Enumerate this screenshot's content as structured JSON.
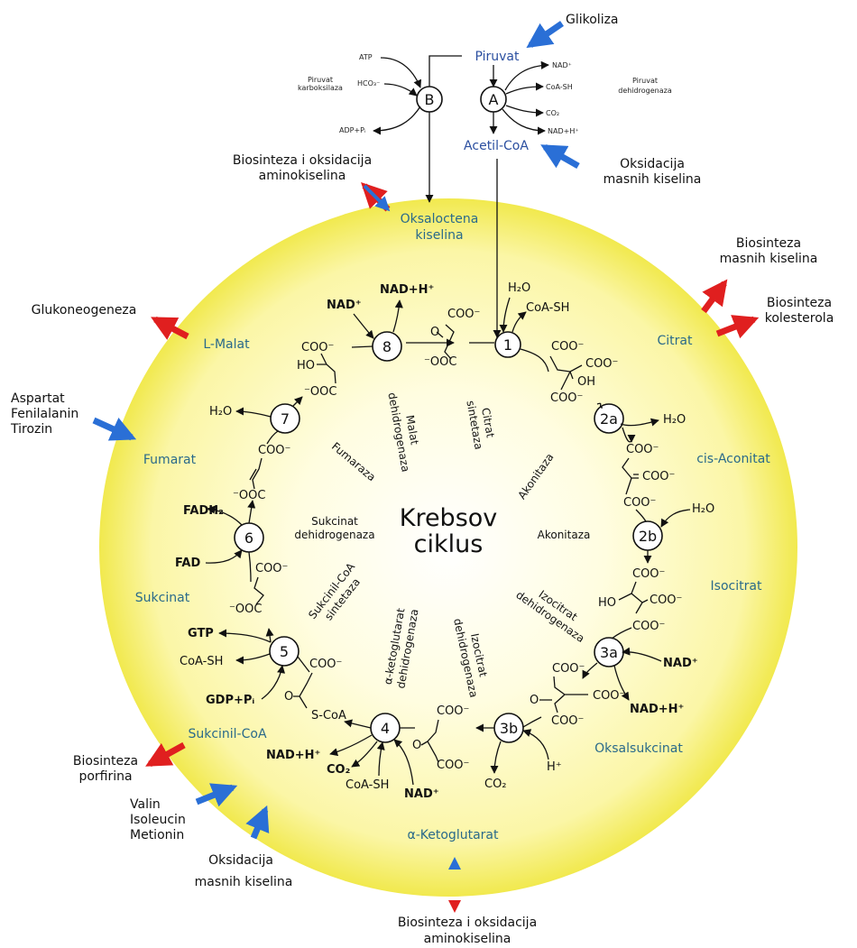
{
  "title": [
    "Krebsov",
    "ciklus"
  ],
  "metabolites": {
    "piruvat": "Piruvat",
    "acetil_coa": "Acetil-CoA",
    "oksaloctena": [
      "Oksaloctena",
      "kiselina"
    ],
    "citrat": "Citrat",
    "cis_aconitat": "cis-Aconitat",
    "isocitrat": "Isocitrat",
    "oksalsukcinat": "Oksalsukcinat",
    "ketoglutarat": "α-Ketoglutarat",
    "sukcinil_coa": "Sukcinil-CoA",
    "sukcinat": "Sukcinat",
    "fumarat": "Fumarat",
    "l_malat": "L-Malat"
  },
  "pathways": {
    "glikoliza": "Glikoliza",
    "oksidacija_top": [
      "Oksidacija",
      "masnih kiselina"
    ],
    "biosinteza_amino_top": [
      "Biosinteza i oksidacija",
      "aminokiselina"
    ],
    "biosinteza_masnih": [
      "Biosinteza",
      "masnih kiselina"
    ],
    "biosinteza_kolesterola": [
      "Biosinteza",
      "kolesterola"
    ],
    "glukoneogeneza": "Glukoneogeneza",
    "aspartat": [
      "Aspartat",
      "Fenilalanin",
      "Tirozin"
    ],
    "porfirina": [
      "Biosinteza",
      "porfirina"
    ],
    "valin": [
      "Valin",
      "Isoleucin",
      "Metionin"
    ],
    "oksidacija_bottom": [
      "Oksidacija",
      "masnih kiselina"
    ],
    "biosinteza_amino_bottom": [
      "Biosinteza i oksidacija",
      "aminokiselina"
    ]
  },
  "enzymes": {
    "citrat_sintetaza": [
      "Citrat",
      "sintetaza"
    ],
    "akonitaza_1": "Akonitaza",
    "akonitaza_2": "Akonitaza",
    "izocitrat_1": [
      "Izocitrat",
      "dehidrogenaza"
    ],
    "izocitrat_2": [
      "Izocitrat",
      "dehidrogenaza"
    ],
    "ketoglutarat_dh": [
      "α-ketoglutarat",
      "dehidrogenaza"
    ],
    "sukcinil_coa_sint": [
      "Sukcinil-CoA",
      "sintetaza"
    ],
    "sukcinat_dh": [
      "Sukcinat",
      "dehidrogenaza"
    ],
    "fumaraza": "Fumaraza",
    "malat_dh": [
      "Malat",
      "dehidrogenaza"
    ],
    "piruvat_karboksilaza": [
      "Piruvat",
      "karboksilaza"
    ],
    "piruvat_dh": [
      "Piruvat",
      "dehidrogenaza"
    ]
  },
  "steps": [
    "1",
    "2a",
    "2b",
    "3a",
    "3b",
    "4",
    "5",
    "6",
    "7",
    "8",
    "A",
    "B"
  ],
  "cofactors": {
    "atp": "ATP",
    "hco3": "HCO₃⁻",
    "adp": "ADP+Pᵢ",
    "nad_a": "NAD⁺",
    "coash_a": "CoA-SH",
    "co2_a": "CO₂",
    "nadh_a": "NAD+H⁺",
    "h2o_1": "H₂O",
    "coash_1": "CoA-SH",
    "h2o_2a": "H₂O",
    "h2o_2b": "H₂O",
    "nad_3a": "NAD⁺",
    "nadh_3a": "NAD+H⁺",
    "h_3b": "H⁺",
    "co2_3b": "CO₂",
    "nad_4": "NAD⁺",
    "coash_4": "CoA-SH",
    "co2_4": "CO₂",
    "nadh_4": "NAD+H⁺",
    "gtp": "GTP",
    "coash_5": "CoA-SH",
    "gdp": "GDP+Pᵢ",
    "fadh2": "FADH₂",
    "fad": "FAD",
    "h2o_7": "H₂O",
    "nad_8": "NAD⁺",
    "nadh_8": "NAD+H⁺"
  },
  "chem_labels": {
    "coo": "COO⁻",
    "ooc": "⁻OOC",
    "oh": "OH",
    "ho": "HO",
    "o": "O",
    "s_coa": "S-CoA"
  },
  "colors": {
    "circle_center": "#fffde0",
    "circle_edge": "#f1e94e",
    "metabolite": "#2a6a8a",
    "pyruvate_text": "#2b4fa0",
    "arrow_blue": "#2a6fd6",
    "arrow_red": "#e01f1f"
  }
}
